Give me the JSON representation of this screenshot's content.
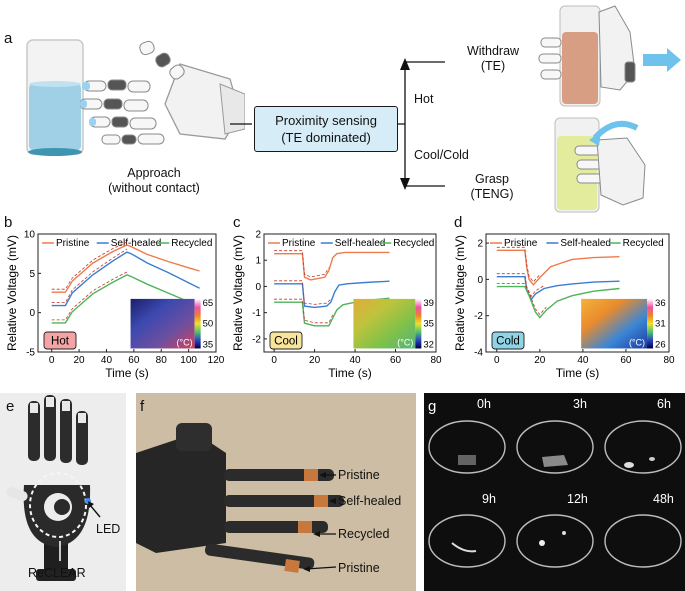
{
  "panel_a": {
    "label": "a",
    "approach": [
      "Approach",
      "(without contact)"
    ],
    "sensing": [
      "Proximity sensing",
      "(TE dominated)"
    ],
    "hot": "Hot",
    "coolcold": "Cool/Cold",
    "withdraw": [
      "Withdraw",
      "(TE)"
    ],
    "grasp": [
      "Grasp",
      "(TENG)"
    ]
  },
  "colors": {
    "pristine": "#f07a4a",
    "self_healed": "#3b7dd1",
    "recycled": "#4fb35a",
    "box_fill": "#d6ecf6"
  },
  "chart_data": [
    {
      "panel": "b",
      "type": "line",
      "tag": "Hot",
      "tag_color": "#f4a4a4",
      "xlabel": "Time (s)",
      "ylabel": "Relative Voltage (mV)",
      "xlim": [
        -10,
        120
      ],
      "ylim": [
        -5,
        10
      ],
      "xticks": [
        0,
        20,
        40,
        60,
        80,
        100,
        120
      ],
      "yticks": [
        -5,
        0,
        5,
        10
      ],
      "legend": [
        "Pristine",
        "Self-healed",
        "Recycled"
      ],
      "series": [
        {
          "name": "Pristine",
          "x": [
            0,
            10,
            15,
            30,
            45,
            55,
            58,
            70,
            85,
            100,
            108
          ],
          "y": [
            2.6,
            2.6,
            4.0,
            6.3,
            7.8,
            8.6,
            8.4,
            7.4,
            6.5,
            5.7,
            5.3
          ]
        },
        {
          "name": "Self-healed",
          "x": [
            0,
            10,
            15,
            30,
            45,
            55,
            58,
            70,
            85,
            100,
            108
          ],
          "y": [
            0.9,
            0.9,
            2.5,
            4.8,
            6.6,
            7.7,
            7.5,
            6.3,
            5.1,
            3.8,
            3.1
          ]
        },
        {
          "name": "Recycled",
          "x": [
            0,
            10,
            15,
            30,
            45,
            55,
            58,
            70,
            85,
            100,
            108
          ],
          "y": [
            -1.3,
            -1.3,
            0.1,
            2.4,
            3.9,
            4.8,
            4.6,
            3.6,
            2.5,
            1.4,
            0.6
          ]
        }
      ],
      "thermal_scale": [
        "65",
        "50",
        "35"
      ],
      "thermal_unit": "(°C)"
    },
    {
      "panel": "c",
      "type": "line",
      "tag": "Cool",
      "tag_color": "#f8e49a",
      "xlabel": "Time (s)",
      "ylabel": "Relative Voltage (mV)",
      "xlim": [
        -5,
        80
      ],
      "ylim": [
        -2.5,
        2
      ],
      "xticks": [
        0,
        20,
        40,
        60,
        80
      ],
      "yticks": [
        -2,
        -1,
        0,
        1,
        2
      ],
      "legend": [
        "Pristine",
        "Self-healed",
        "Recycled"
      ],
      "series": [
        {
          "name": "Pristine",
          "x": [
            0,
            14,
            15,
            18,
            25,
            27,
            29,
            31,
            35,
            45,
            57
          ],
          "y": [
            1.25,
            1.25,
            0.35,
            0.25,
            0.35,
            0.6,
            1.1,
            1.25,
            1.3,
            1.3,
            1.3
          ]
        },
        {
          "name": "Self-healed",
          "x": [
            0,
            14,
            15,
            20,
            26,
            28,
            30,
            32,
            36,
            45,
            57
          ],
          "y": [
            0.1,
            0.1,
            -0.75,
            -0.8,
            -0.75,
            -0.6,
            -0.2,
            0.05,
            0.1,
            0.15,
            0.2
          ]
        },
        {
          "name": "Recycled",
          "x": [
            0,
            14,
            15,
            20,
            27,
            29,
            31,
            34,
            40,
            50,
            57
          ],
          "y": [
            -0.6,
            -0.6,
            -1.4,
            -1.5,
            -1.5,
            -1.2,
            -0.9,
            -0.7,
            -0.6,
            -0.5,
            -0.45
          ]
        }
      ],
      "thermal_scale": [
        "39",
        "35",
        "32"
      ],
      "thermal_unit": "(°C)"
    },
    {
      "panel": "d",
      "type": "line",
      "tag": "Cold",
      "tag_color": "#8fd3e6",
      "xlabel": "Time (s)",
      "ylabel": "Relative Voltage (mV)",
      "xlim": [
        -5,
        80
      ],
      "ylim": [
        -4,
        2.5
      ],
      "xticks": [
        0,
        20,
        40,
        60,
        80
      ],
      "yticks": [
        -4,
        -2,
        0,
        2
      ],
      "legend": [
        "Pristine",
        "Self-healed",
        "Recycled"
      ],
      "series": [
        {
          "name": "Pristine",
          "x": [
            0,
            13,
            14,
            15,
            17,
            20,
            25,
            30,
            35,
            45,
            57
          ],
          "y": [
            1.6,
            1.6,
            0.6,
            0.0,
            -0.3,
            0.1,
            0.7,
            0.9,
            1.1,
            1.2,
            1.25
          ]
        },
        {
          "name": "Self-healed",
          "x": [
            0,
            13,
            14,
            16,
            18,
            22,
            28,
            35,
            45,
            57
          ],
          "y": [
            0.15,
            0.15,
            -0.6,
            -1.1,
            -0.8,
            -0.5,
            -0.35,
            -0.25,
            -0.15,
            -0.1
          ]
        },
        {
          "name": "Recycled",
          "x": [
            0,
            13,
            15,
            18,
            20,
            23,
            28,
            35,
            45,
            57
          ],
          "y": [
            -0.4,
            -0.4,
            -0.9,
            -1.8,
            -2.1,
            -1.7,
            -1.2,
            -0.9,
            -0.65,
            -0.5
          ]
        }
      ],
      "thermal_scale": [
        "36",
        "31",
        "26"
      ],
      "thermal_unit": "(°C)"
    }
  ],
  "panel_e": {
    "label": "e",
    "led": "LED",
    "brand": "ReCLEAR"
  },
  "panel_f": {
    "label": "f",
    "fingers": [
      "Pristine",
      "Self-healed",
      "Recycled",
      "Pristine"
    ]
  },
  "panel_g": {
    "label": "g",
    "times": [
      "0h",
      "3h",
      "6h",
      "9h",
      "12h",
      "48h"
    ]
  }
}
